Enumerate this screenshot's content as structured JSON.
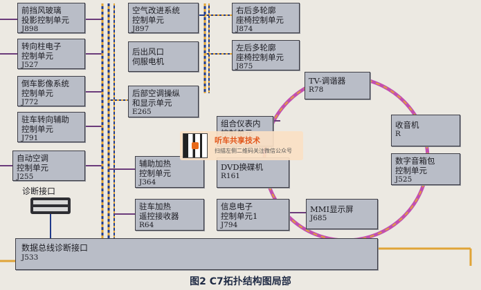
{
  "colors": {
    "box_fill": "#b9bdc7",
    "box_border": "#3d3d45",
    "bus_wire": "#1f3a8a",
    "can_wire": "#6a3a7a",
    "ring": "#c24fb0",
    "bus_main": "#e0a437",
    "caption": "#1f2a44",
    "watermark_text": "#e2571b"
  },
  "boxes": {
    "j898": {
      "line1": "前挡风玻璃",
      "line2": "投影控制单元",
      "code": "J898"
    },
    "j527": {
      "line1": "转向柱电子",
      "line2": "控制单元",
      "code": "J527"
    },
    "j772": {
      "line1": "倒车影像系统",
      "line2": "控制单元",
      "code": "J772"
    },
    "j791": {
      "line1": "驻车转向辅助",
      "line2": "控制单元",
      "code": "J791"
    },
    "j255": {
      "line1": "自动空调",
      "line2": "控制单元",
      "code": "J255"
    },
    "j897": {
      "line1": "空气改进系统",
      "line2": "控制单元",
      "code": "J897"
    },
    "fan": {
      "line1": "后出风口",
      "line2": "伺服电机"
    },
    "e265": {
      "line1": "后部空调操纵",
      "line2": "和显示单元",
      "code": "E265"
    },
    "j874": {
      "line1": "右后多轮廓",
      "line2": "座椅控制单元",
      "code": "J874"
    },
    "j875": {
      "line1": "左后多轮廓",
      "line2": "座椅控制单元",
      "code": "J875"
    },
    "cluster": {
      "line1": "组合仪表内",
      "line2": "控制单元"
    },
    "r161": {
      "line1": "DVD换碟机",
      "code": "R161"
    },
    "j364": {
      "line1": "辅助加热",
      "line2": "控制单元",
      "code": "J364"
    },
    "r64": {
      "line1": "驻车加热",
      "line2": "遥控接收器",
      "code": "R64"
    },
    "j794": {
      "line1": "信息电子",
      "line2": "控制单元1",
      "code": "J794"
    },
    "j685": {
      "line1": "MMI显示屏",
      "code": "J685"
    },
    "r78": {
      "line1": "TV-调谐器",
      "code": "R78"
    },
    "r": {
      "line1": "收音机",
      "code": "R"
    },
    "j525": {
      "line1": "数字音箱包",
      "line2": "控制单元",
      "code": "J525"
    },
    "j533": {
      "line1": "数据总线诊断接口",
      "code": "J533"
    }
  },
  "diag_label": "诊断接口",
  "caption": "图2 C7拓扑结构图局部",
  "watermark": {
    "title": "听车共享技术",
    "subtitle": "扫描左侧二维码关注微信公众号",
    "icon": "qr-code-icon"
  }
}
